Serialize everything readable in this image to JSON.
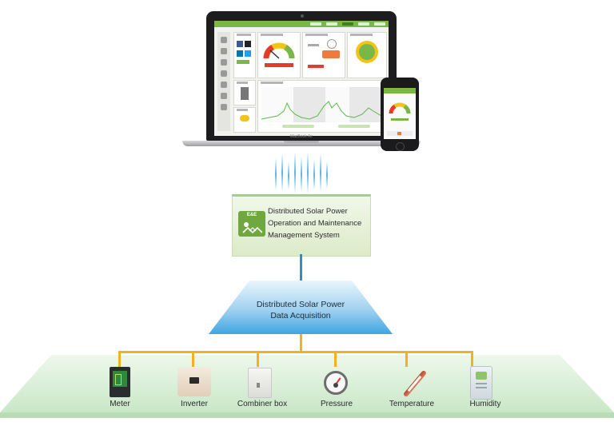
{
  "laptop": {
    "model_label": "MacBook Air"
  },
  "phone": {},
  "management_system": {
    "logo_text": "E&E",
    "lines": [
      "Distributed Solar Power",
      "Operation and Maintenance",
      "Management System"
    ]
  },
  "data_acquisition": {
    "lines": [
      "Distributed Solar Power",
      "Data Acquisition"
    ]
  },
  "devices": [
    {
      "label": "Meter",
      "icon": "meter-icon"
    },
    {
      "label": "Inverter",
      "icon": "inverter-icon"
    },
    {
      "label": "Combiner box",
      "icon": "combiner-box-icon"
    },
    {
      "label": "Pressure",
      "icon": "pressure-gauge-icon"
    },
    {
      "label": "Temperature",
      "icon": "thermometer-icon"
    },
    {
      "label": "Humidity",
      "icon": "humidity-sensor-icon"
    }
  ],
  "colors": {
    "accent_green": "#7ab648",
    "link_blue": "#2b8fcb",
    "bus_orange": "#f2b21f",
    "platform_green": "#d4ecd2"
  }
}
